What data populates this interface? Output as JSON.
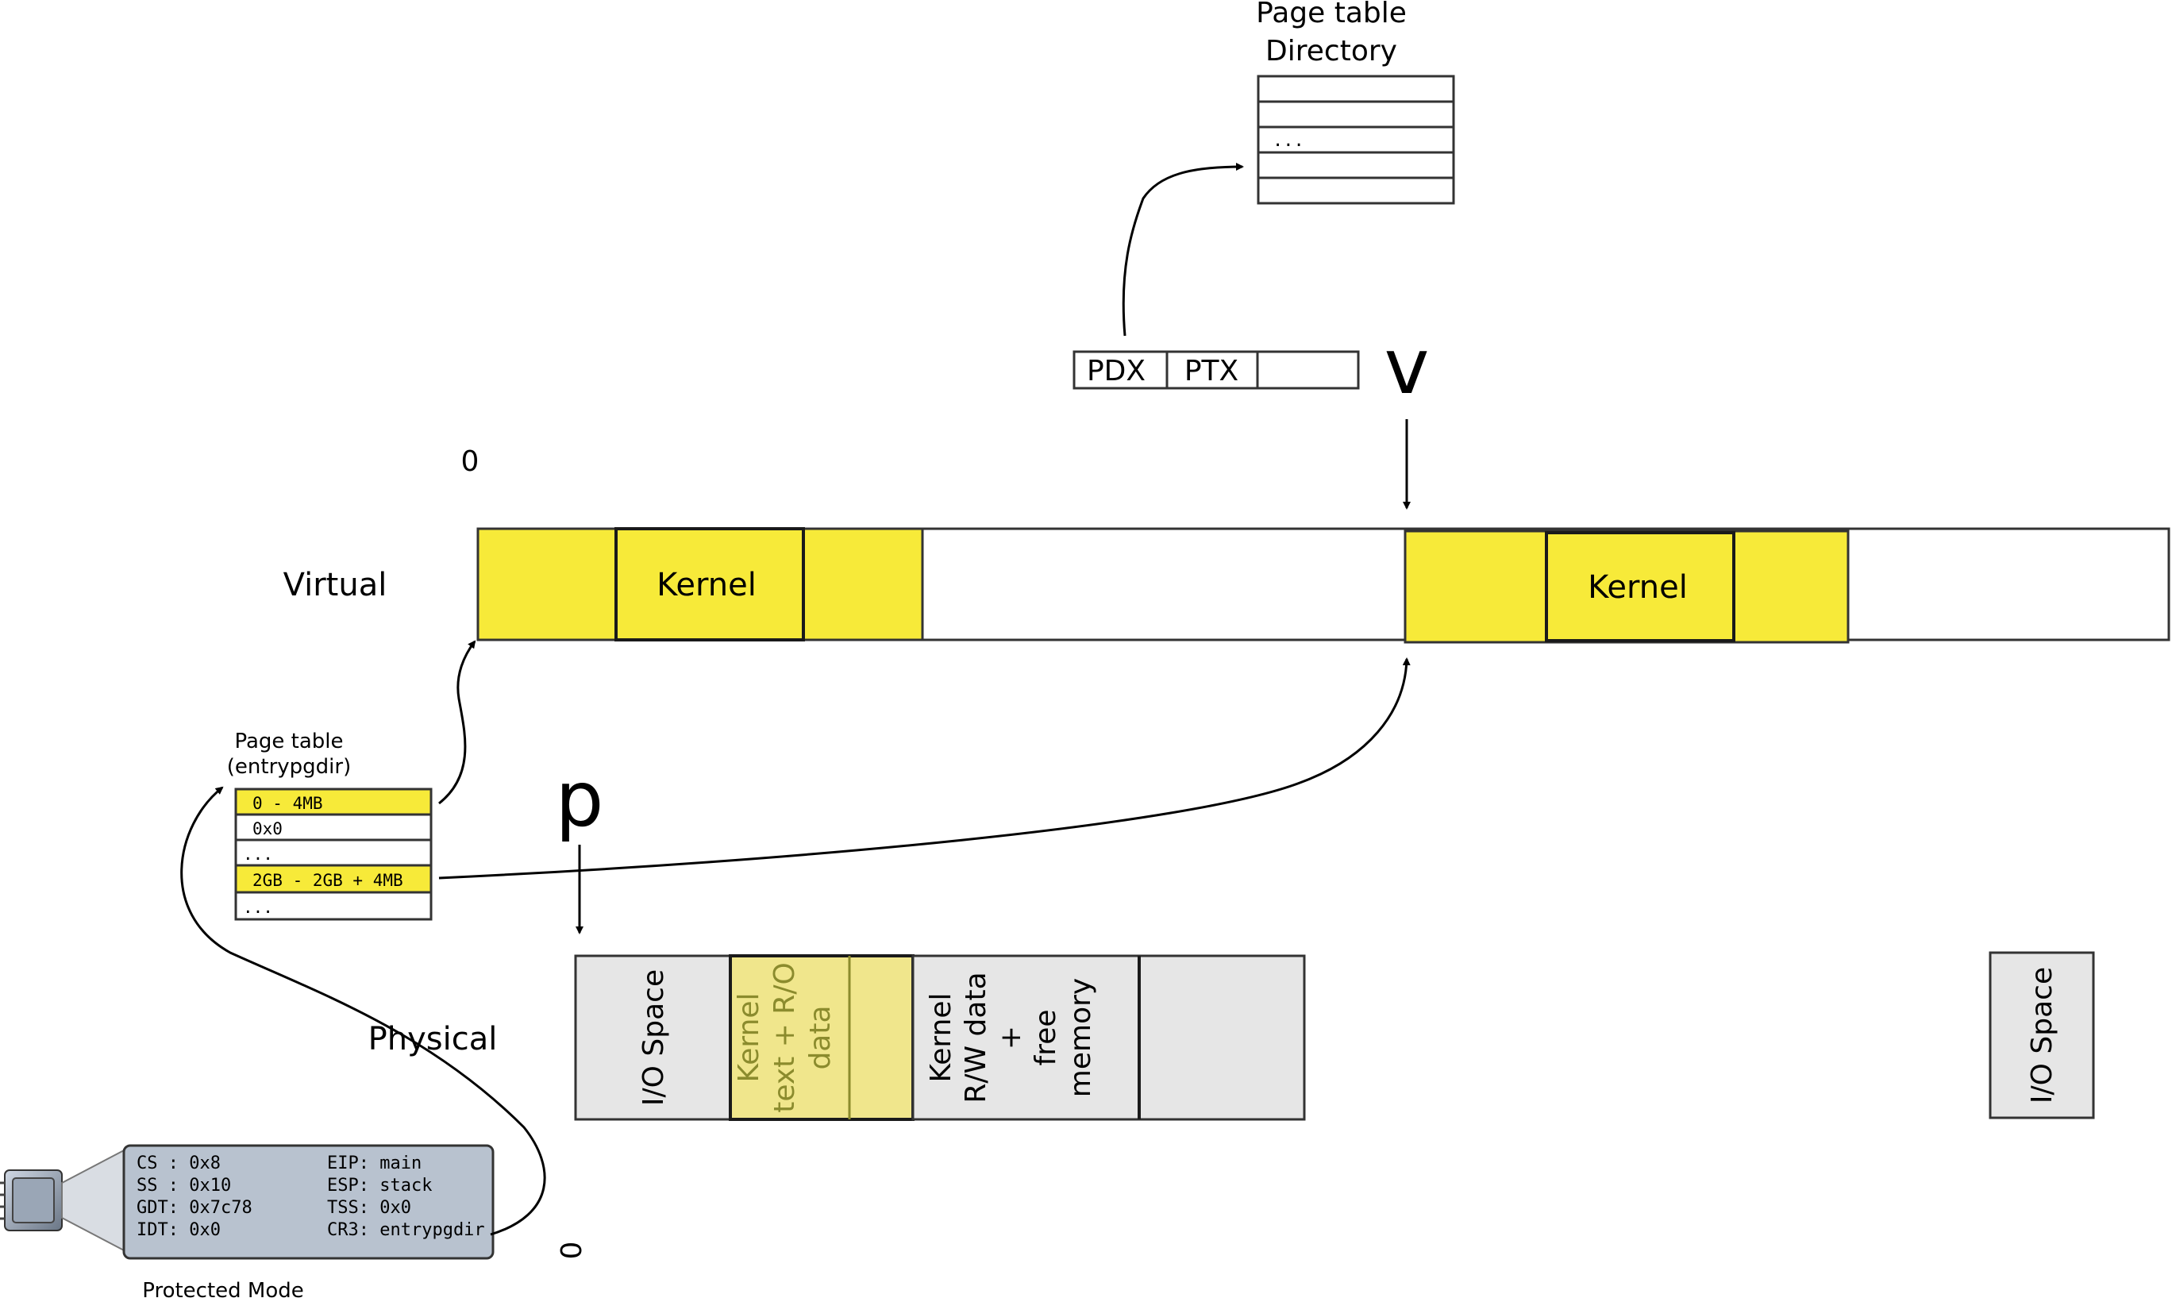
{
  "page_directory": {
    "title_line1": "Page table",
    "title_line2": "Directory",
    "ellipsis": "..."
  },
  "linear_address": {
    "pdx": "PDX",
    "ptx": "PTX"
  },
  "virtual": {
    "label": "Virtual",
    "zero": "0",
    "marker": "v",
    "kernel_label": "Kernel",
    "kernel_label_high": "Kernel"
  },
  "page_table": {
    "title_line1": "Page table",
    "title_line2": "(entrypgdir)",
    "rows": [
      "0 - 4MB",
      "0x0",
      "...",
      "2GB - 2GB + 4MB",
      "..."
    ]
  },
  "physical": {
    "label": "Physical",
    "zero": "0",
    "marker": "p",
    "io_space": "I/O Space",
    "kernel_text": [
      "Kernel",
      "text + R/O",
      "data"
    ],
    "kernel_rw": [
      "Kernel",
      "R/W data",
      "+",
      "free",
      "memory"
    ],
    "io_space_high": "I/O Space"
  },
  "cpu": {
    "mode_label": "Protected Mode",
    "registers": [
      [
        "CS : 0x8",
        "EIP: main"
      ],
      [
        "SS : 0x10",
        "ESP: stack"
      ],
      [
        "GDT: 0x7c78",
        "TSS: 0x0"
      ],
      [
        "IDT: 0x0",
        "CR3: entrypgdir"
      ]
    ]
  },
  "colors": {
    "kernel_yellow": "#f7ea39",
    "kernel_text_phys": "#f0e68c",
    "kernel_text_font": "#8b8b2d",
    "physical_gray": "#e6e6e6",
    "cpu_panel": "#b8c2cf"
  }
}
